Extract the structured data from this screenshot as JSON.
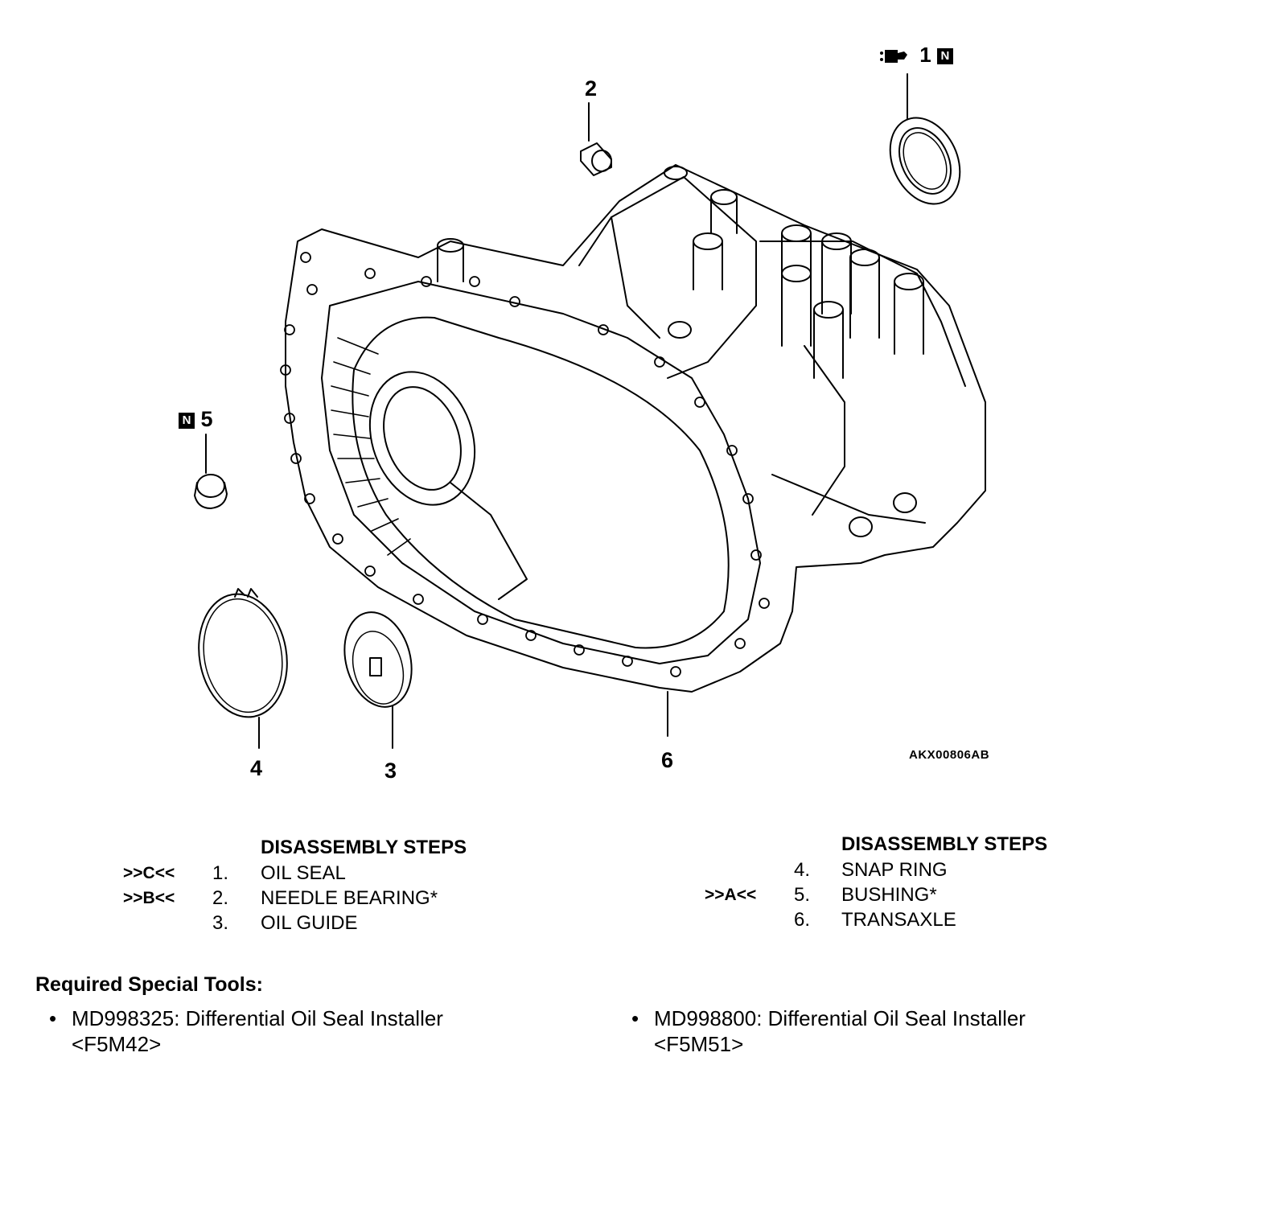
{
  "figure": {
    "code": "AKX00806AB",
    "callouts": {
      "c1": "1",
      "c2": "2",
      "c3": "3",
      "c4": "4",
      "c5": "5",
      "c6": "6"
    },
    "badge_letter": "N"
  },
  "steps": {
    "left": {
      "heading": "DISASSEMBLY STEPS",
      "rows": [
        {
          "marker": ">>C<<",
          "num": "1.",
          "label": "OIL SEAL"
        },
        {
          "marker": ">>B<<",
          "num": "2.",
          "label": "NEEDLE BEARING*"
        },
        {
          "marker": "",
          "num": "3.",
          "label": "OIL GUIDE"
        }
      ]
    },
    "right": {
      "heading": "DISASSEMBLY STEPS",
      "rows": [
        {
          "marker": "",
          "num": "4.",
          "label": "SNAP RING"
        },
        {
          "marker": ">>A<<",
          "num": "5.",
          "label": "BUSHING*"
        },
        {
          "marker": "",
          "num": "6.",
          "label": "TRANSAXLE"
        }
      ]
    }
  },
  "tools": {
    "title": "Required Special Tools:",
    "items": [
      {
        "line1": "MD998325: Differential Oil Seal Installer",
        "line2": "<F5M42>"
      },
      {
        "line1": "MD998800: Differential Oil Seal Installer",
        "line2": "<F5M51>"
      }
    ]
  }
}
